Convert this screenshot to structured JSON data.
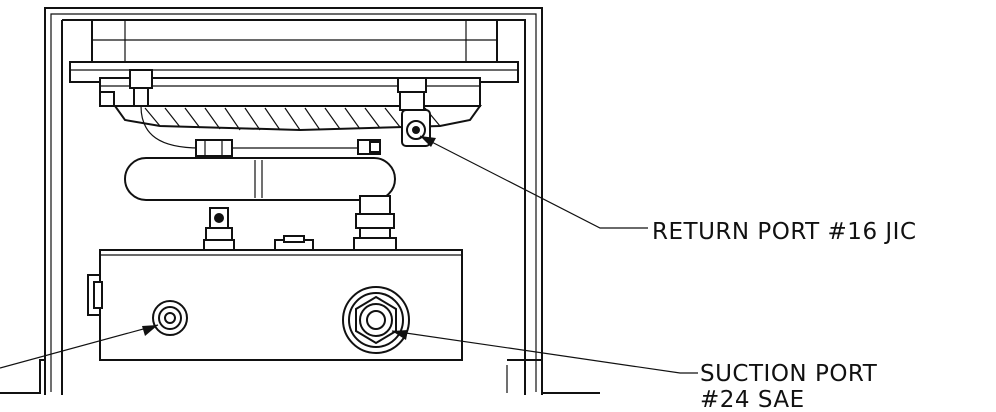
{
  "callouts": {
    "return_port": "RETURN PORT #16 JIC",
    "suction_port_line1": "SUCTION PORT",
    "suction_port_line2": "#24 SAE"
  },
  "colors": {
    "line": "#111111",
    "background": "#ffffff"
  }
}
